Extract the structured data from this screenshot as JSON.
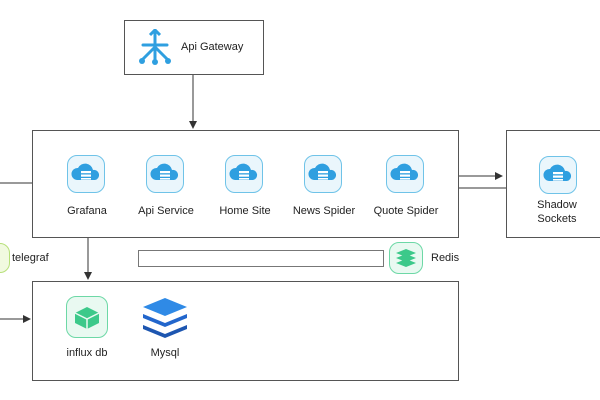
{
  "gateway": {
    "label": "Api Gateway",
    "icon": "api-gateway-icon"
  },
  "services": [
    {
      "label": "Grafana",
      "icon": "cloud-server-icon"
    },
    {
      "label": "Api Service",
      "icon": "cloud-server-icon"
    },
    {
      "label": "Home Site",
      "icon": "cloud-server-icon"
    },
    {
      "label": "News Spider",
      "icon": "cloud-server-icon"
    },
    {
      "label": "Quote Spider",
      "icon": "cloud-server-icon"
    }
  ],
  "proxy": {
    "label_line1": "Shadow",
    "label_line2": "Sockets",
    "icon": "cloud-server-icon"
  },
  "telegraf": {
    "label": "telegraf",
    "icon": "telegraf-icon"
  },
  "redis": {
    "label": "Redis",
    "icon": "redis-icon"
  },
  "storage": [
    {
      "label": "influx db",
      "icon": "influxdb-icon"
    },
    {
      "label": "Mysql",
      "icon": "mysql-stack-icon"
    }
  ],
  "colors": {
    "accent_blue": "#2f9fe0",
    "accent_green": "#3cc98a",
    "mysql_blue": "#2266cc",
    "line": "#333333"
  }
}
